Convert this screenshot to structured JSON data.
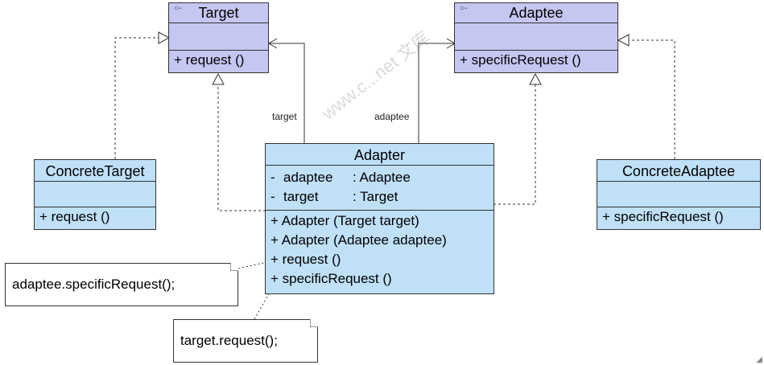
{
  "classes": {
    "target": {
      "name": "Target",
      "stereotype": "○-",
      "ops": [
        "+ request ()"
      ]
    },
    "adaptee": {
      "name": "Adaptee",
      "stereotype": "○-",
      "ops": [
        "+ specificRequest ()"
      ]
    },
    "concrete_target": {
      "name": "ConcreteTarget",
      "ops": [
        "+ request ()"
      ]
    },
    "concrete_adaptee": {
      "name": "ConcreteAdaptee",
      "ops": [
        "+ specificRequest ()"
      ]
    },
    "adapter": {
      "name": "Adapter",
      "attrs": [
        {
          "vis": "-",
          "name": "adaptee",
          "type": ": Adaptee"
        },
        {
          "vis": "-",
          "name": "target",
          "type": ": Target"
        }
      ],
      "ops": [
        "+ Adapter (Target target)",
        "+ Adapter (Adaptee adaptee)",
        "+ request ()",
        "+ specificRequest ()"
      ]
    }
  },
  "edge_labels": {
    "target": "target",
    "adaptee": "adaptee"
  },
  "notes": {
    "adaptee_call": "adaptee.specificRequest();",
    "target_call": "target.request();"
  },
  "watermark": "www.c...net 文库",
  "colors": {
    "class_fill": "#bfe0f7",
    "interface_fill": "#c6c6f2",
    "line": "#333333"
  }
}
